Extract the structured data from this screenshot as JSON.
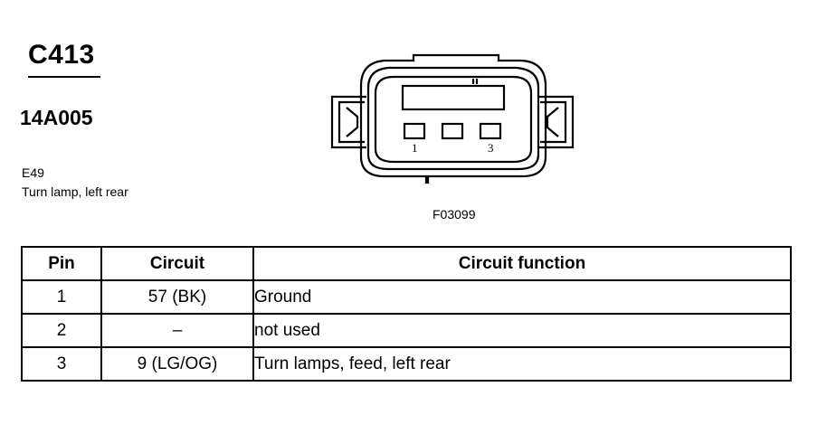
{
  "header": {
    "connector_id": "C413",
    "part_number": "14A005",
    "location_code": "E49",
    "location_description": "Turn lamp, left rear"
  },
  "diagram": {
    "figure_code": "F03099",
    "pin_labels": [
      "1",
      "3"
    ]
  },
  "table": {
    "headers": {
      "pin": "Pin",
      "circuit": "Circuit",
      "function": "Circuit function"
    },
    "rows": [
      {
        "pin": "1",
        "circuit": "57 (BK)",
        "function": "Ground"
      },
      {
        "pin": "2",
        "circuit": "–",
        "function": "not used"
      },
      {
        "pin": "3",
        "circuit": "9 (LG/OG)",
        "function": "Turn lamps, feed, left rear"
      }
    ]
  }
}
